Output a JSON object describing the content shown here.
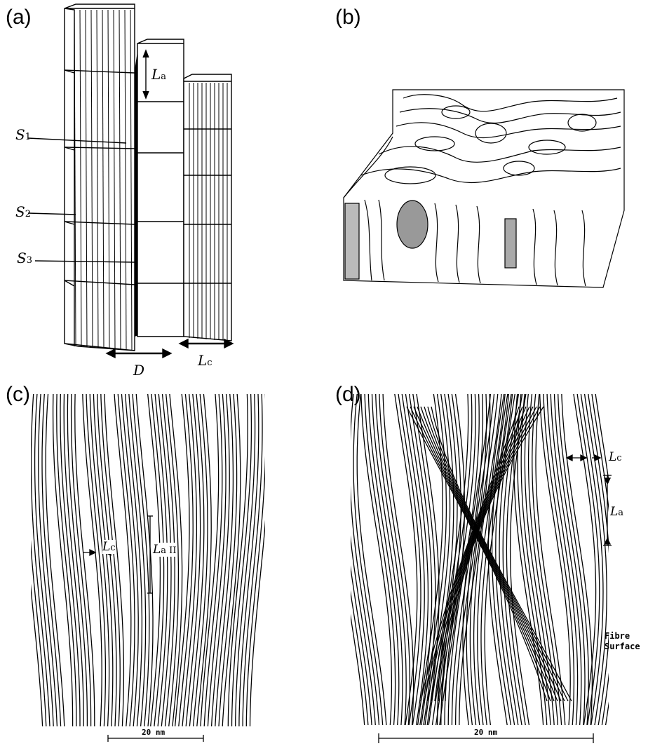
{
  "panels": {
    "a": {
      "label": "(a)",
      "s1": "S",
      "s1_sub": "1",
      "s2": "S",
      "s2_sub": "2",
      "s3": "S",
      "s3_sub": "3",
      "la": "L",
      "la_sub": "a",
      "d": "D",
      "lc": "L",
      "lc_sub": "c"
    },
    "b": {
      "label": "(b)"
    },
    "c": {
      "label": "(c)",
      "lc": "L",
      "lc_sub": "c",
      "la": "L",
      "la_sub": "a II",
      "scale": "20 nm"
    },
    "d": {
      "label": "(d)",
      "lc": "L",
      "lc_sub": "c",
      "la": "L",
      "la_sub": "a",
      "fibre1": "Fibre",
      "fibre2": "Surface",
      "scale": "20 nm"
    }
  }
}
